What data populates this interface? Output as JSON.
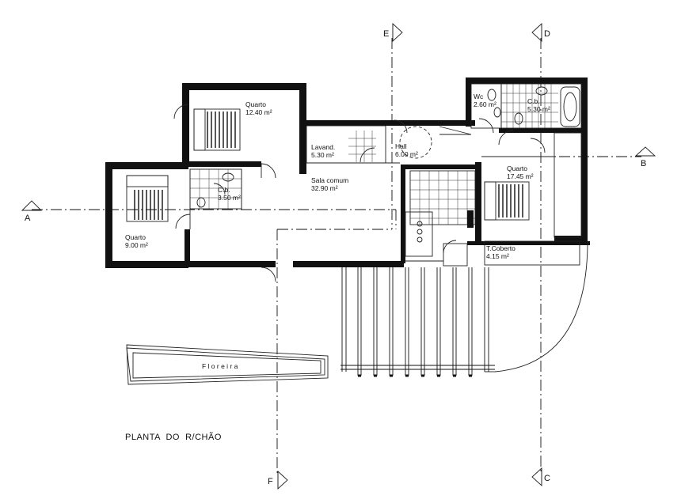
{
  "drawing": {
    "title": "PLANTA  DO  R/CHÃO",
    "planter_label": "F l o r e i r a"
  },
  "rooms": [
    {
      "id": "quarto-12",
      "name": "Quarto",
      "area": "12.40 m²"
    },
    {
      "id": "quarto-9",
      "name": "Quarto",
      "area": "9.00 m²"
    },
    {
      "id": "quarto-17",
      "name": "Quarto",
      "area": "17.45 m²"
    },
    {
      "id": "lavand",
      "name": "Lavand.",
      "area": "5.30 m²"
    },
    {
      "id": "hall",
      "name": "Hall",
      "area": "6.00 m²"
    },
    {
      "id": "sala",
      "name": "Sala comum",
      "area": "32.90 m²"
    },
    {
      "id": "cb-left",
      "name": "C.b.",
      "area": "3.50 m²"
    },
    {
      "id": "wc",
      "name": "Wc",
      "area": "2.60 m²"
    },
    {
      "id": "cb-right",
      "name": "C.b.",
      "area": "5.30 m²"
    },
    {
      "id": "t-coberto",
      "name": "T.Coberto",
      "area": "4.15 m²"
    }
  ],
  "sections": {
    "A": "A",
    "B": "B",
    "C": "C",
    "D": "D",
    "E": "E",
    "F": "F"
  }
}
